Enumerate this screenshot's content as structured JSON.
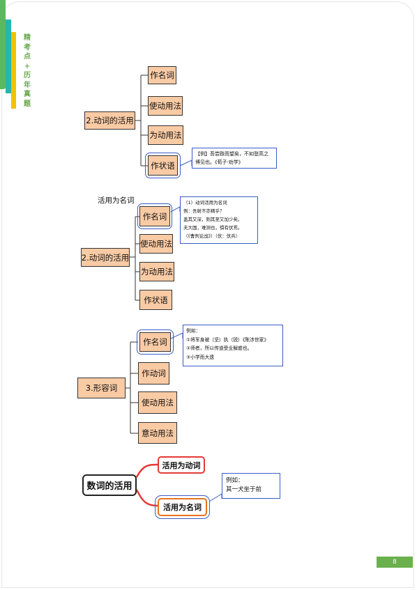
{
  "sidebar": {
    "title_chars": [
      "精",
      "考",
      "点",
      "+",
      "历",
      "年",
      "真",
      "题"
    ]
  },
  "diagram1": {
    "root": "2.动词的活用",
    "branches": [
      "作名词",
      "使动用法",
      "为动用法",
      "作状语"
    ],
    "note": [
      "【例】吾尝跂而望矣，不如登高之",
      "博见也。《荀子·劝学》"
    ]
  },
  "diagram2": {
    "heading": "活用为名词",
    "root": "2.动词的活用",
    "branches": [
      "作名词",
      "使动用法",
      "为动用法",
      "作状语"
    ],
    "note": [
      "（1）动词活用为名词",
      "例：吾射不亦精乎？",
      "盖其又深，则其至又加少矣。",
      "夫大国，难测也，惧有伏焉。",
      "（《曹刿论战》）（伏：伏兵）"
    ]
  },
  "diagram3": {
    "root": "3.形容词",
    "branches": [
      "作名词",
      "作动词",
      "使动用法",
      "意动用法"
    ],
    "note": [
      "例如：",
      "①将军身被（坚）执（锐）《陈涉世家》",
      "②师者，所以传道受业解惑也。",
      "③小学而大遗"
    ]
  },
  "diagram4": {
    "root": "数词的活用",
    "branches": [
      "活用为动词",
      "活用为名词"
    ],
    "note": [
      "例如：",
      "其一犬坐于前"
    ]
  },
  "page_number": "8"
}
